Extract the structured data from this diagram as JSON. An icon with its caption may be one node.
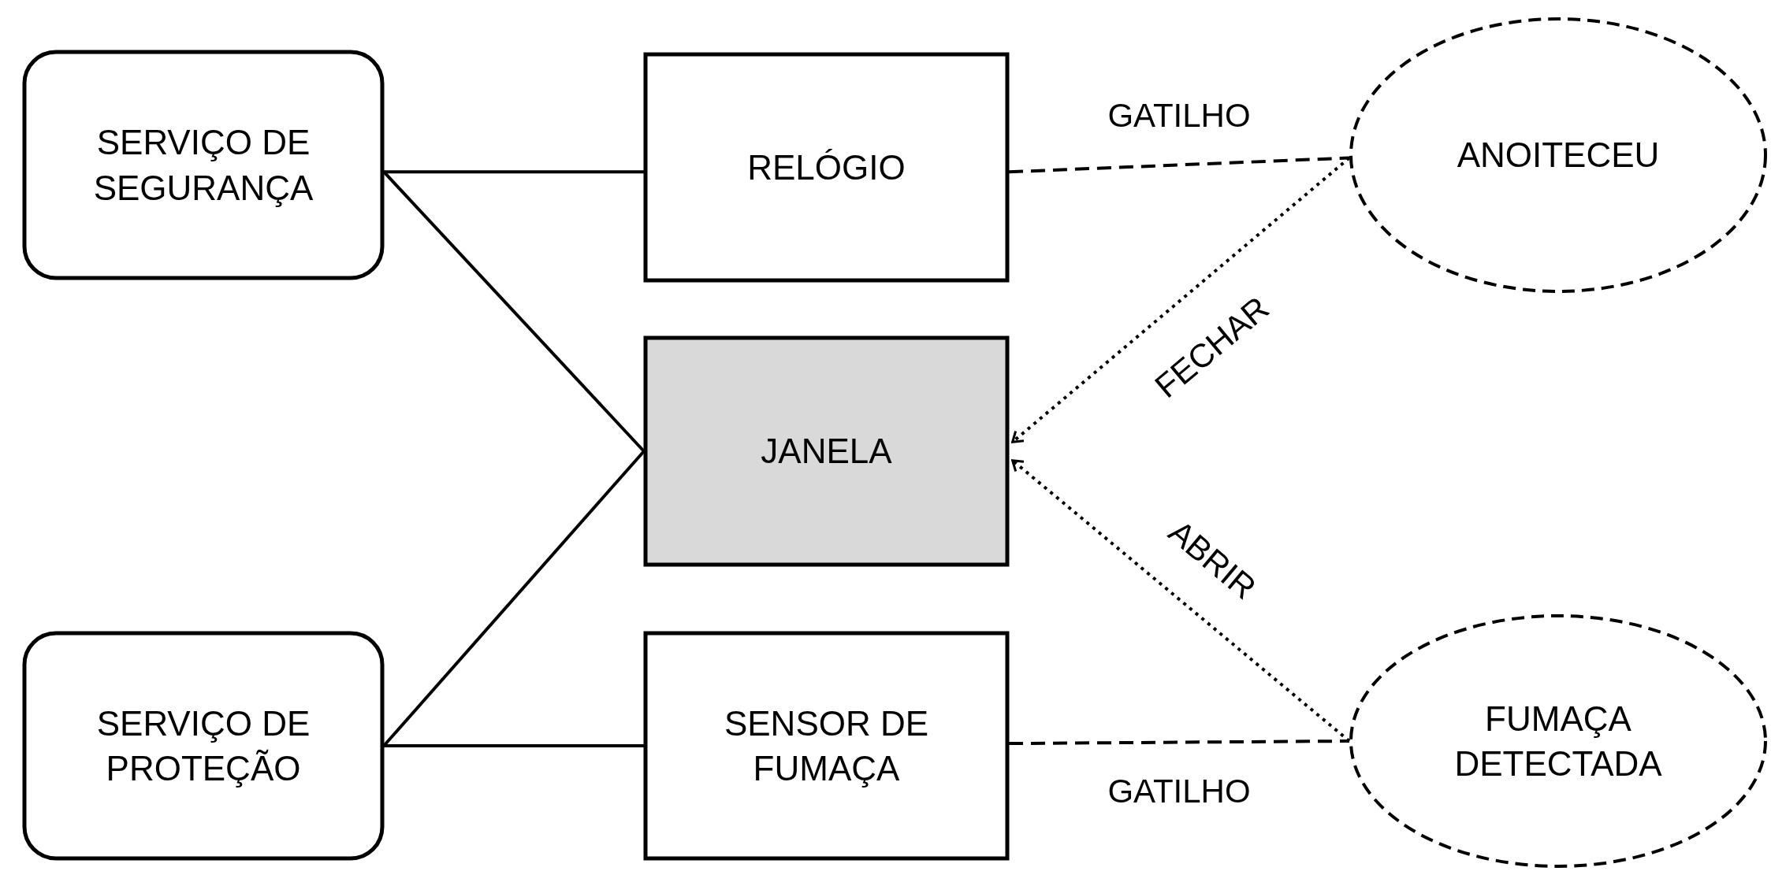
{
  "diagram": {
    "nodes": [
      {
        "text": [
          "SERVIÇO DE SEGURANÇA"
        ]
      },
      {
        "text": [
          "RELÓGIO"
        ]
      },
      {
        "text": [
          "ANOITECEU"
        ]
      },
      {
        "text": [
          "JANELA"
        ]
      },
      {
        "text": [
          "SERVIÇO DE PROTEÇÃO"
        ]
      },
      {
        "text": [
          "SENSOR DE FUMAÇA"
        ]
      },
      {
        "text": [
          "FUMAÇA DETECTADA"
        ]
      }
    ],
    "edges": [
      {
        "from": 0,
        "to": 1,
        "arrow": "none"
      },
      {
        "from": 0,
        "to": 3,
        "arrow": "none"
      },
      {
        "from": 4,
        "to": 3,
        "arrow": "none"
      },
      {
        "from": 4,
        "to": 5,
        "arrow": "none"
      },
      {
        "from": 1,
        "to": 2,
        "arrow": "none",
        "label": "GATILHO",
        "style": "dashed"
      },
      {
        "from": 5,
        "to": 6,
        "arrow": "none",
        "label": "GATILHO",
        "style": "dashed"
      },
      {
        "from": 2,
        "to": 3,
        "arrow": "to",
        "label": "FECHAR",
        "style": "dashed"
      },
      {
        "from": 6,
        "to": 3,
        "arrow": "to",
        "label": "ABRIR",
        "style": "dashed"
      }
    ]
  }
}
